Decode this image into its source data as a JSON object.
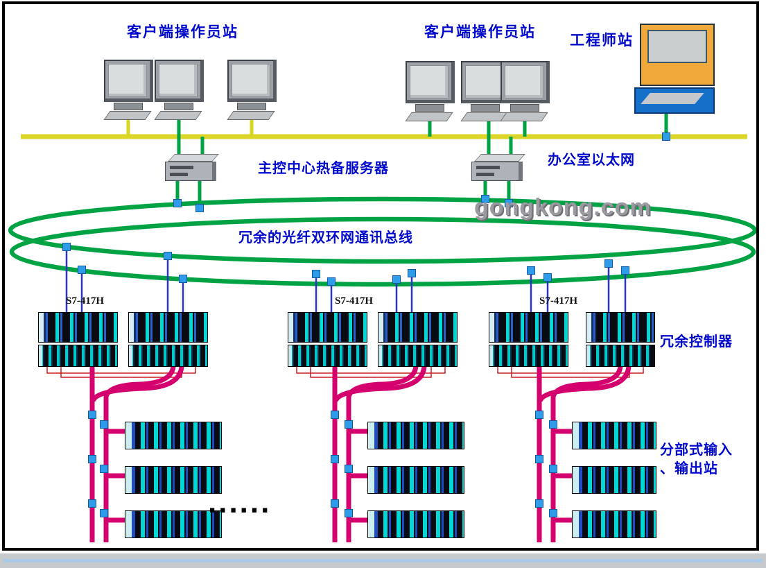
{
  "diagram": {
    "labels": {
      "client_station_left": "客户端操作员站",
      "client_station_right": "客户端操作员站",
      "engineer_station": "工程师站",
      "hot_standby_server": "主控中心热备服务器",
      "office_ethernet": "办公室以太网",
      "watermark": "gongkong.com",
      "fiber_ring_bus": "冗余的光纤双环网通讯总线",
      "plc_model": "S7-417H",
      "redundant_controller": "冗余控制器",
      "distributed_io_line1": "分部式输入",
      "distributed_io_line2": "、输出站",
      "ellipsis": "......"
    },
    "colors": {
      "label_blue": "#0008cc",
      "bus_yellow": "#ddd62a",
      "ring_green": "#00a344",
      "node_blue": "#2e9ce8",
      "drop_line_blue": "#2a35c8",
      "io_bus_pink": "#d4006e",
      "wire_red": "#cc1a1a",
      "rack_cyan": "#00d8d8",
      "engineer_monitor_orange": "#f2a93c",
      "watermark_gray": "#9a9aa0"
    }
  }
}
